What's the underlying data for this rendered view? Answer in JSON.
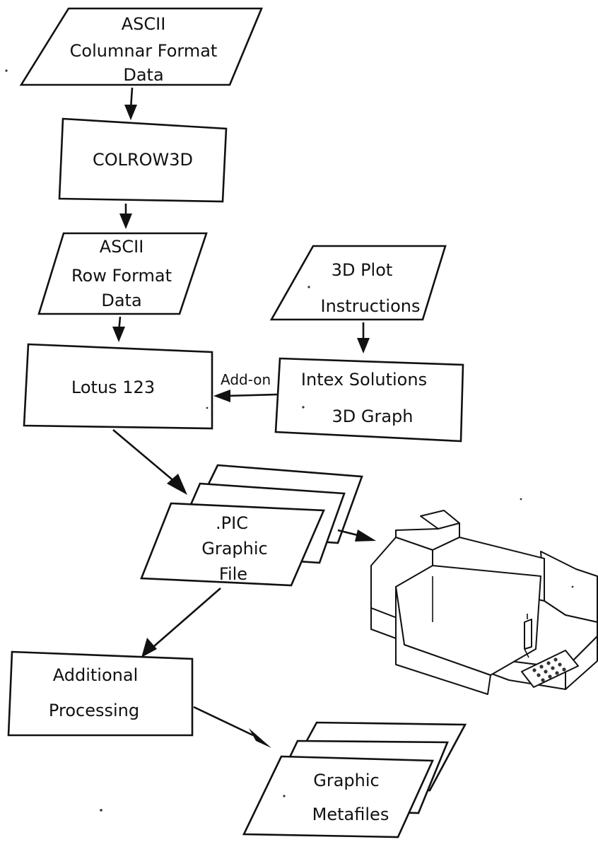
{
  "nodes": {
    "columnar_data": {
      "lines": [
        "ASCII",
        "Columnar Format",
        "Data"
      ]
    },
    "colrow3d": {
      "lines": [
        "COLROW3D"
      ]
    },
    "row_data": {
      "lines": [
        "ASCII",
        "Row Format",
        "Data"
      ]
    },
    "plot_instructions": {
      "lines": [
        "3D Plot",
        "Instructions"
      ]
    },
    "lotus": {
      "lines": [
        "Lotus 123"
      ]
    },
    "intex": {
      "lines": [
        "Intex Solutions",
        "3D Graph"
      ]
    },
    "pic_file": {
      "lines": [
        ".PIC",
        "Graphic",
        "File"
      ]
    },
    "additional_processing": {
      "lines": [
        "Additional",
        "Processing"
      ]
    },
    "metafiles": {
      "lines": [
        "Graphic",
        "Metafiles"
      ]
    }
  },
  "edges": {
    "intex_to_lotus_label": "Add-on"
  },
  "icons": {
    "printer": "plotter-printer-icon"
  },
  "colors": {
    "ink": "#111111",
    "paper": "#ffffff"
  }
}
